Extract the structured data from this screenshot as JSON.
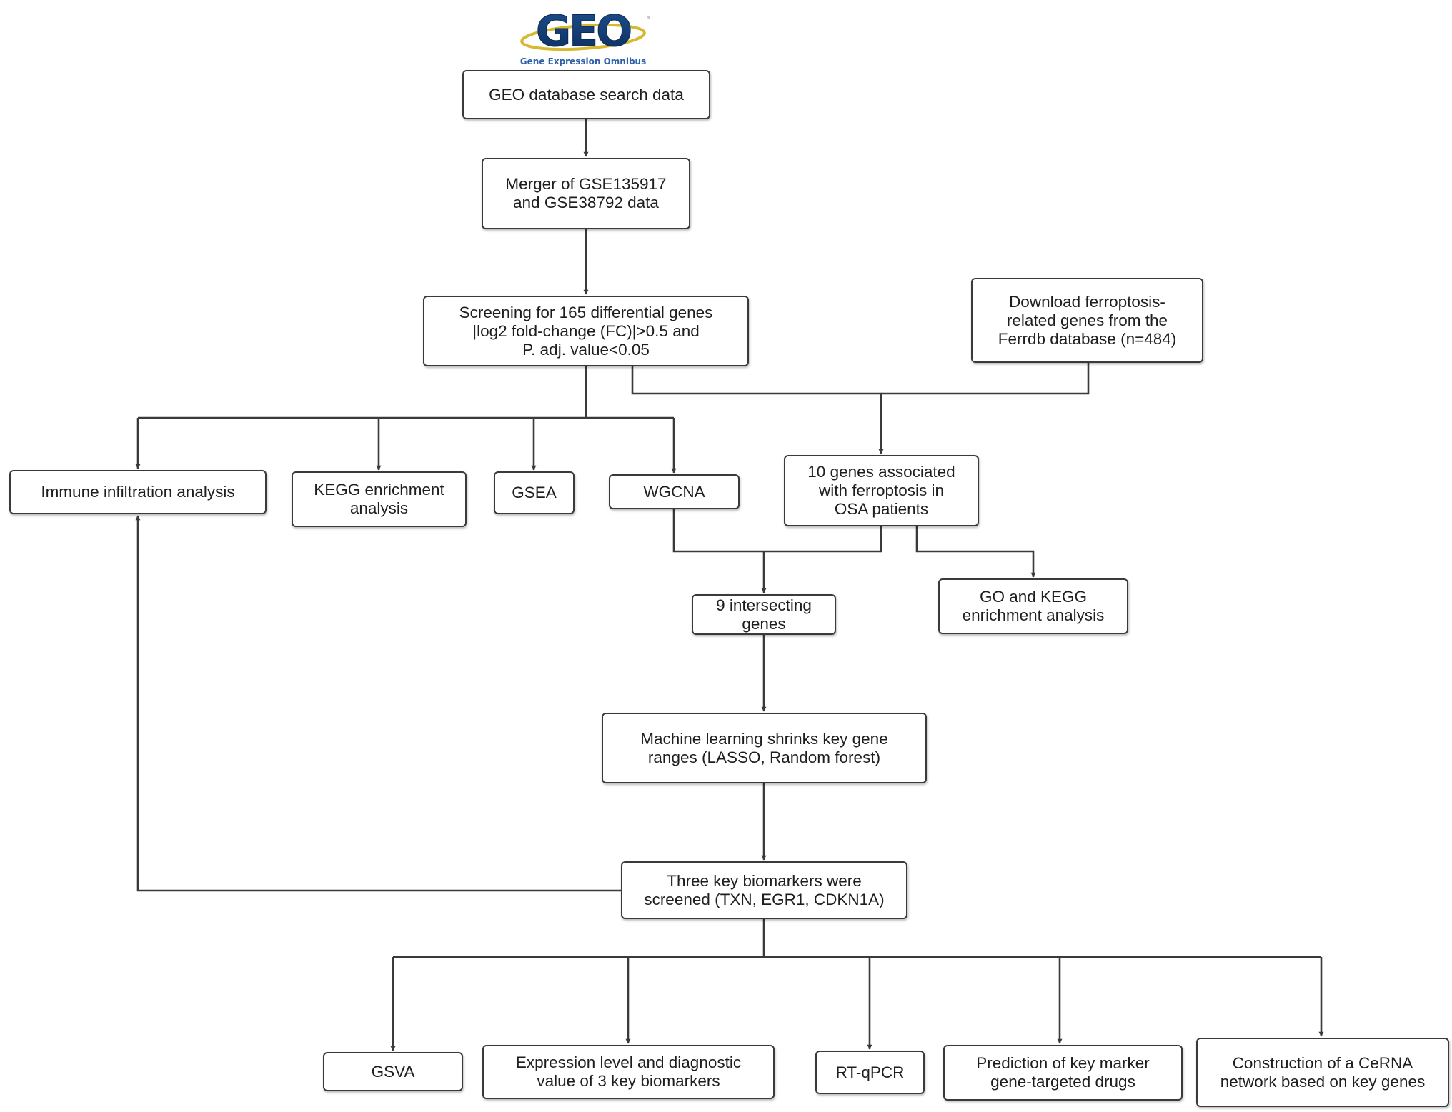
{
  "logo": {
    "wordmark": "GEO",
    "tagline": "Gene Expression Omnibus"
  },
  "nodes": {
    "geo_search": [
      "GEO database search data"
    ],
    "merger": [
      "Merger of GSE135917",
      "and GSE38792 data"
    ],
    "screening": [
      "Screening for 165 differential genes",
      "|log2 fold-change (FC)|>0.5 and",
      "P. adj. value<0.05"
    ],
    "ferrdb": [
      "Download ferroptosis-",
      "related genes from the",
      "Ferrdb database (n=484)"
    ],
    "immune": [
      "Immune infiltration analysis"
    ],
    "kegg": [
      "KEGG enrichment",
      "analysis"
    ],
    "gsea": [
      "GSEA"
    ],
    "wgcna": [
      "WGCNA"
    ],
    "ten_genes": [
      "10 genes associated",
      "with ferroptosis in",
      "OSA patients"
    ],
    "nine_genes": [
      "9 intersecting",
      "genes"
    ],
    "go_kegg": [
      "GO and KEGG",
      "enrichment analysis"
    ],
    "ml": [
      "Machine learning shrinks key gene",
      "ranges (LASSO, Random forest)"
    ],
    "biomarkers": [
      "Three key biomarkers were",
      "screened (TXN, EGR1, CDKN1A)"
    ],
    "gsva": [
      "GSVA"
    ],
    "expression": [
      "Expression level and diagnostic",
      "value of 3 key biomarkers"
    ],
    "rtqpcr": [
      "RT-qPCR"
    ],
    "drugs": [
      "Prediction of key marker",
      "gene-targeted drugs"
    ],
    "cerna": [
      "Construction of a CeRNA",
      "network based on key genes"
    ]
  },
  "edge_color": "#3a3a3a"
}
